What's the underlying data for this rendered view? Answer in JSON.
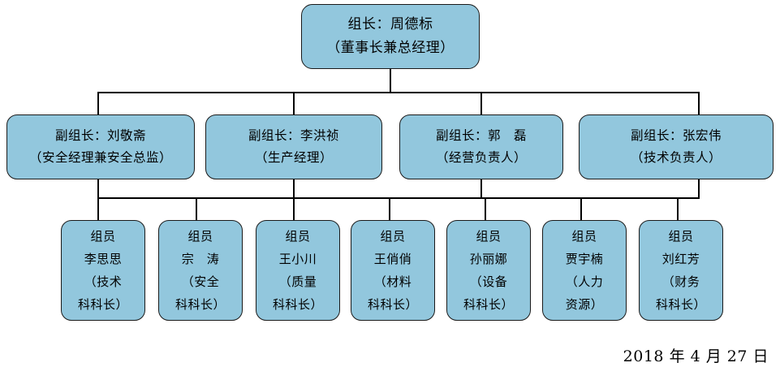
{
  "diagram": {
    "title_node": {
      "lines": [
        "组长：周德标",
        "（董事长兼总经理）"
      ]
    },
    "level2": [
      {
        "lines": [
          "副组长：刘敬斋",
          "（安全经理兼安全总监）"
        ]
      },
      {
        "lines": [
          "副组长：李洪祯",
          "（生产经理）"
        ]
      },
      {
        "lines": [
          "副组长：郭　磊",
          "（经营负责人）"
        ]
      },
      {
        "lines": [
          "副组长：张宏伟",
          "（技术负责人）"
        ]
      }
    ],
    "level3": [
      {
        "lines": [
          "组员",
          "李思思",
          "（技术",
          "科科长）"
        ]
      },
      {
        "lines": [
          "组员",
          "宗　涛",
          "（安全",
          "科科长）"
        ]
      },
      {
        "lines": [
          "组员",
          "王小川",
          "（质量",
          "科科长）"
        ]
      },
      {
        "lines": [
          "组员",
          "王俏俏",
          "（材料",
          "科科长）"
        ]
      },
      {
        "lines": [
          "组员",
          "孙丽娜",
          "（设备",
          "科科长）"
        ]
      },
      {
        "lines": [
          "组员",
          "贾宇楠",
          "（人力",
          "资源）"
        ]
      },
      {
        "lines": [
          "组员",
          "刘红芳",
          "（财务",
          "科科长）"
        ]
      }
    ],
    "date": "2018 年 4 月 27 日",
    "colors": {
      "node_fill": "#92c7dd",
      "node_border": "#1a1a1a",
      "connector": "#000000",
      "background": "#ffffff",
      "text": "#000000"
    }
  }
}
